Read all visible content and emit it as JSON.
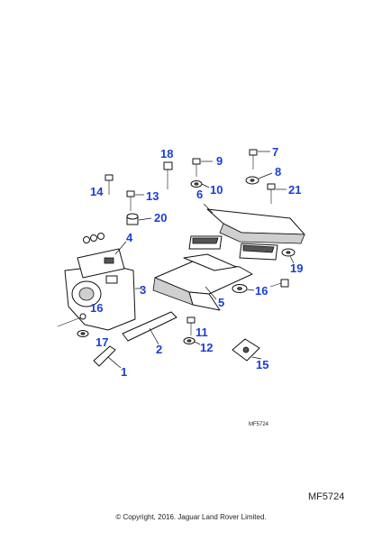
{
  "callouts": {
    "c1": "1",
    "c2": "2",
    "c3": "3",
    "c4": "4",
    "c5": "5",
    "c6": "6",
    "c7": "7",
    "c8": "8",
    "c9": "9",
    "c10": "10",
    "c11": "11",
    "c12": "12",
    "c13": "13",
    "c14": "14",
    "c15": "15",
    "c16a": "16",
    "c16b": "16",
    "c17": "17",
    "c18": "18",
    "c19": "19",
    "c20": "20",
    "c21": "21"
  },
  "diagram_code_small": "MF5724",
  "diagram_code": "MF5724",
  "copyright": "© Copyright, 2016. Jaguar Land Rover Limited."
}
